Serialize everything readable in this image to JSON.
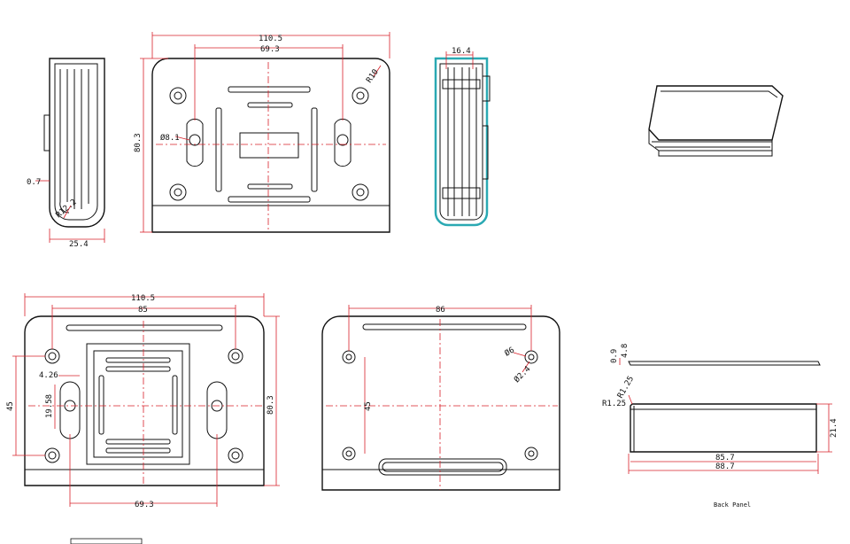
{
  "colors": {
    "outline": "#111111",
    "dimension": "#d8202a",
    "section_highlight": "#2aa9b3"
  },
  "views": {
    "side": {
      "thickness": "0.7",
      "radius": "R12.2",
      "width": "25.4"
    },
    "back": {
      "overall_width": "110.5",
      "hole_spacing": "69.3",
      "slot_diameter": "Ø8.1",
      "height": "80.3",
      "corner_radius": "R10"
    },
    "section": {
      "inner_width": "16.4"
    },
    "bottom": {
      "overall_width": "110.5",
      "hole_spacing_x": "85",
      "slot_offset": "4.26",
      "slot_length": "19.58",
      "hole_spacing_y": "45",
      "height": "80.3",
      "slot_spacing": "69.3"
    },
    "top": {
      "hole_spacing_x": "86",
      "boss_diameter": "Ø6",
      "hole_diameter": "Ø2.4",
      "hole_spacing_y": "45"
    },
    "back_panel": {
      "thickness_a": "0.9",
      "thickness_b": "4.8",
      "radius_a": "R1.25",
      "radius_b": "R1.25",
      "width_inner": "85.7",
      "width_outer": "88.7",
      "height": "21.4",
      "caption": "Back Panel"
    }
  }
}
